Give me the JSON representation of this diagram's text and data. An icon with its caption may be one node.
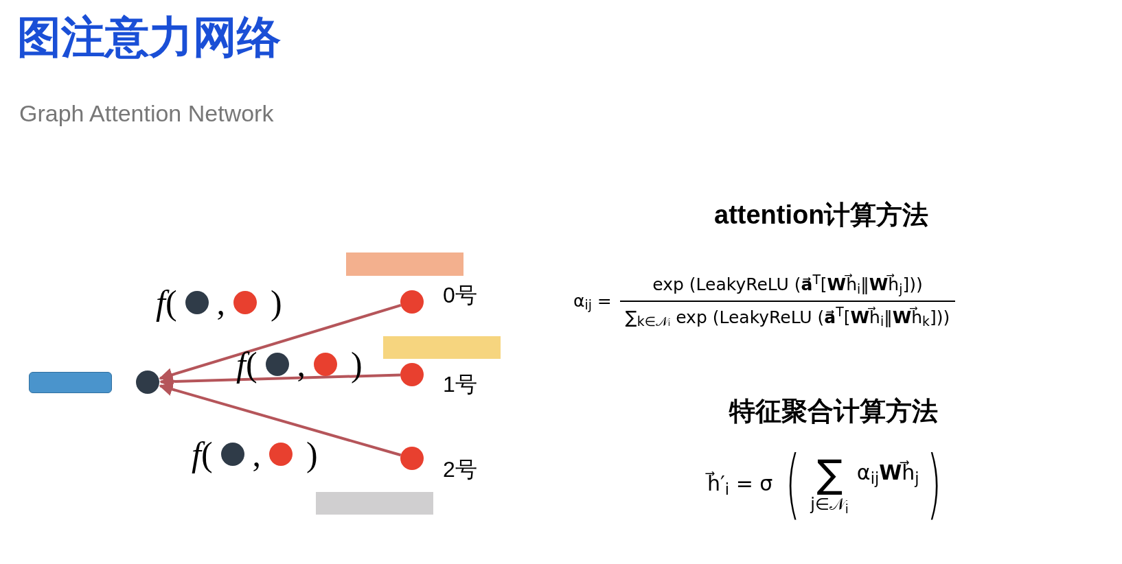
{
  "diagram": {
    "title": "图注意力网络",
    "nodes": [
      {
        "text": [],
        "shape": "bar"
      },
      {
        "text": [],
        "shape": "circle",
        "beside": [
          "0号"
        ]
      },
      {
        "text": [],
        "shape": "bar"
      },
      {
        "text": [],
        "shape": "bar"
      },
      {
        "text": [],
        "shape": "circle"
      },
      {
        "text": [],
        "shape": "circle",
        "beside": [
          "1号"
        ]
      },
      {
        "text": [],
        "shape": "circle",
        "beside": [
          "2号"
        ]
      },
      {
        "text": [],
        "shape": "bar"
      }
    ],
    "edges": [
      {
        "from": 1,
        "to": 4,
        "arrow": "to"
      },
      {
        "from": 5,
        "to": 4,
        "arrow": "to"
      },
      {
        "from": 6,
        "to": 4,
        "arrow": "to"
      }
    ],
    "labels": [
      "Graph Attention Network",
      "*f*(",
      ",",
      ")",
      "*f*(",
      ",",
      ")",
      "*f*(",
      ",",
      ")",
      "attention计算方法",
      "α$_{ij}$ =",
      "exp (LeakyReLU (**a⃗**$^{T}$[**W**h⃗$_{i}$‖**W**h⃗$_{j}$]))",
      "∑$_{k∈𝒩ᵢ}$ exp (LeakyReLU (**a⃗**$^{T}$[**W**h⃗$_{i}$‖**W**h⃗$_{k}$]))",
      "特征聚合计算方法",
      "h⃗′$_{i}$ = σ",
      "(",
      "∑",
      "α$_{ij}$**W**h⃗$_{j}$",
      ")",
      "j∈𝒩$_{i}$"
    ]
  }
}
